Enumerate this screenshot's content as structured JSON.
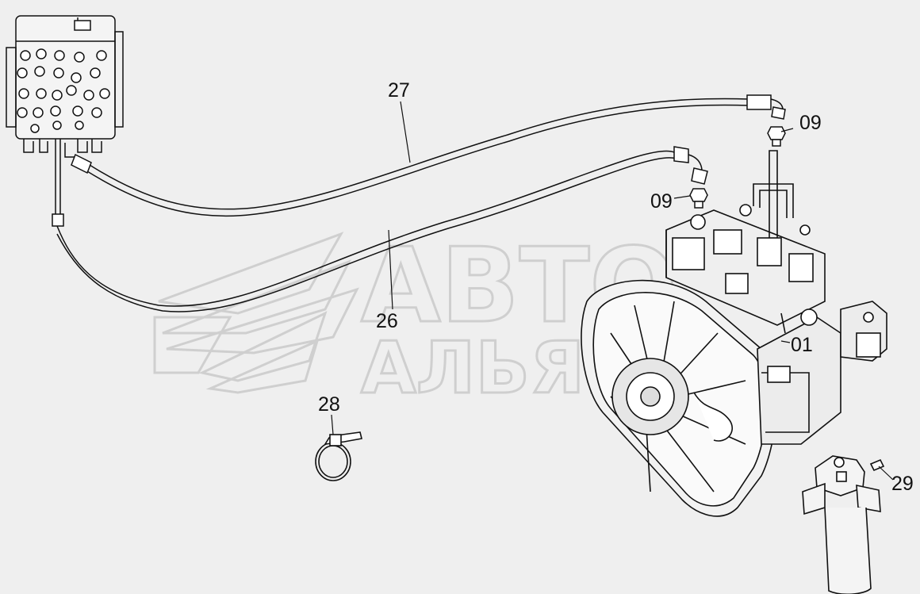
{
  "watermark": {
    "line1": "АВТО",
    "line2": "АЛЬЯНС"
  },
  "callouts": {
    "c27": "27",
    "c09a": "09",
    "c09b": "09",
    "c26": "26",
    "c01": "01",
    "c28": "28",
    "c29": "29"
  },
  "colors": {
    "background": "#efefef",
    "line": "#111111",
    "watermark": "#cfcfcf"
  }
}
